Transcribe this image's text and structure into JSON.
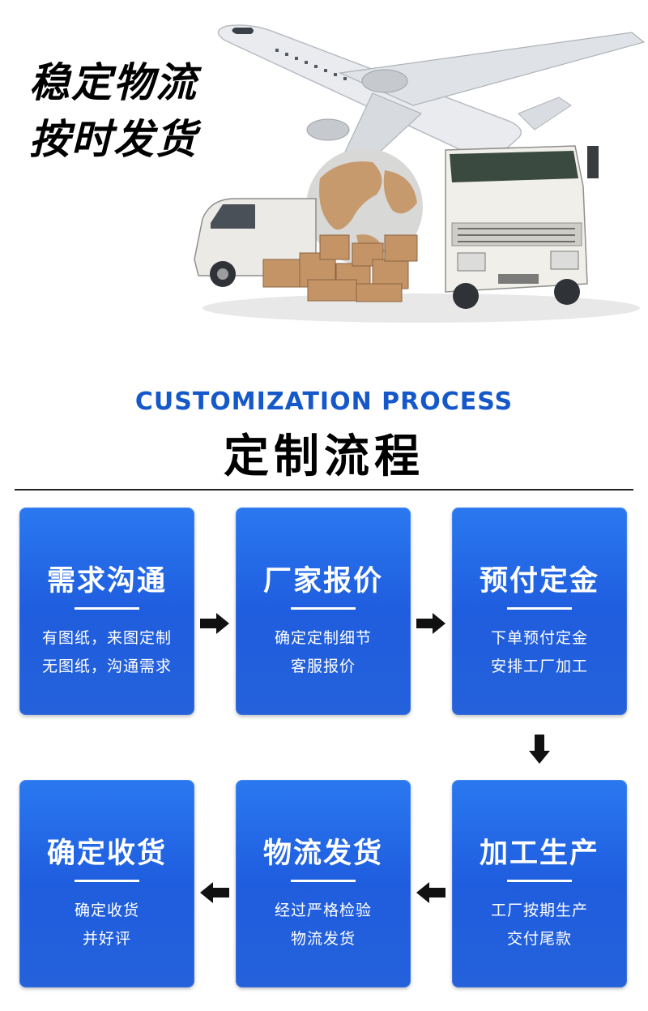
{
  "hero": {
    "line1": "稳定物流",
    "line2": "按时发货"
  },
  "section": {
    "title_en": "CUSTOMIZATION PROCESS",
    "title_zh": "定制流程"
  },
  "steps": [
    {
      "title": "需求沟通",
      "line1": "有图纸，来图定制",
      "line2": "无图纸，沟通需求"
    },
    {
      "title": "厂家报价",
      "line1": "确定定制细节",
      "line2": "客服报价"
    },
    {
      "title": "预付定金",
      "line1": "下单预付定金",
      "line2": "安排工厂加工"
    },
    {
      "title": "确定收货",
      "line1": "确定收货",
      "line2": "并好评"
    },
    {
      "title": "物流发货",
      "line1": "经过严格检验",
      "line2": "物流发货"
    },
    {
      "title": "加工生产",
      "line1": "工厂按期生产",
      "line2": "交付尾款"
    }
  ],
  "colors": {
    "card_blue": "#2268e6",
    "heading_blue": "#1558c9"
  },
  "icons": [
    "airplane-icon",
    "truck-icon",
    "van-icon",
    "globe-icon",
    "box-icon",
    "arrow-right-icon",
    "arrow-down-icon",
    "arrow-left-icon"
  ]
}
